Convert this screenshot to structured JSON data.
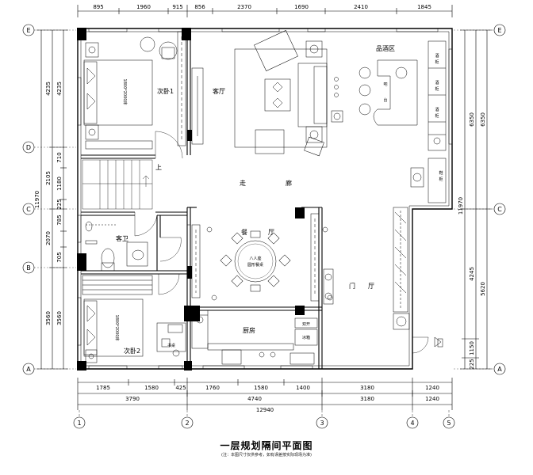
{
  "drawing": {
    "title": "一层规划隔间平面图",
    "subtitle": "(注：本图尺寸仅供参考，如有误差按实际现场为准)"
  },
  "top_dimensions": [
    "895",
    "1960",
    "915",
    "856",
    "2370",
    "1690",
    "2410",
    "1845"
  ],
  "bottom_dimensions": {
    "row1": [
      "1785",
      "1580",
      "425",
      "1760",
      "1580",
      "1400",
      "3180",
      "1240"
    ],
    "row2": [
      "3790",
      "4740",
      "3180",
      "1240"
    ],
    "total": "12940"
  },
  "left_dimensions": {
    "outer": [
      "4235",
      "2105",
      "2070",
      "3560"
    ],
    "total": "11970",
    "inner": [
      "710",
      "1180",
      "225",
      "785",
      "705"
    ]
  },
  "right_dimensions": {
    "outer": [
      "6350",
      "5620",
      "1150",
      "225"
    ],
    "total": "11970",
    "inner": [
      "4245"
    ]
  },
  "grid_axes": {
    "vertical": [
      "1",
      "2",
      "3",
      "4",
      "5"
    ],
    "horizontal": [
      "E",
      "D",
      "C",
      "B",
      "A"
    ]
  },
  "rooms": {
    "bedroom1": "次卧1",
    "living": "客厅",
    "wine": "品酒区",
    "corridor_a": "走",
    "corridor_b": "廊",
    "stairs_up": "上",
    "guest_bath": "客卫",
    "dining_a": "餐",
    "dining_b": "厅",
    "round_table": "八人座",
    "round_table_2": "圆形餐桌",
    "foyer_a": "门",
    "foyer_b": "厅",
    "kitchen": "厨房",
    "bedroom2": "次卧2",
    "desk": "书桌",
    "bar_a": "吧",
    "bar_b": "台",
    "fridge": "冰箱",
    "double_door": "双开"
  },
  "bed_label": "1800*2000床",
  "wine_cabinet": [
    "酒",
    "柜",
    "酒",
    "柜",
    "酒",
    "柜"
  ],
  "shoe_cabinet": [
    "鞋",
    "柜"
  ]
}
